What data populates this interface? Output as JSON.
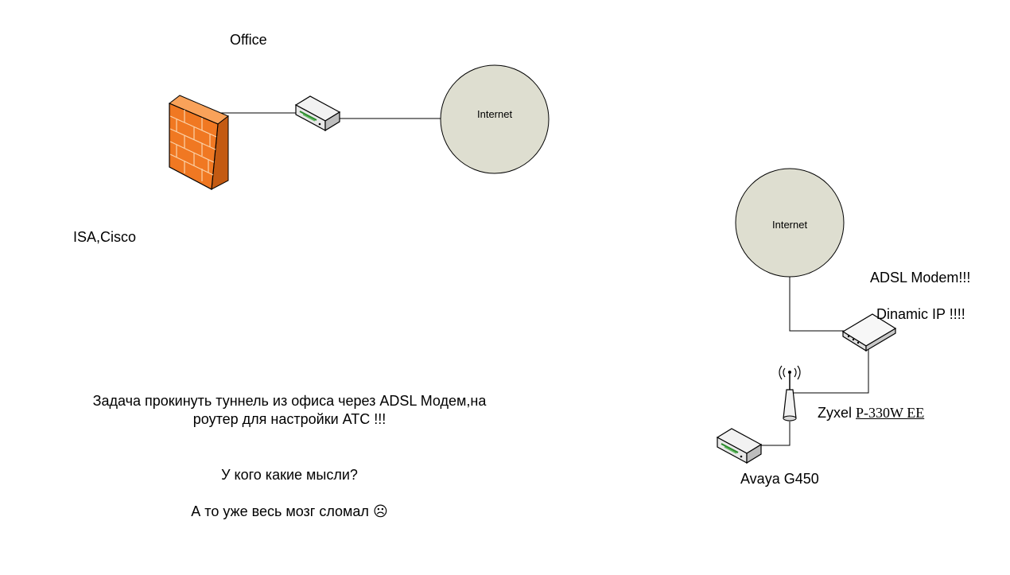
{
  "labels": {
    "office": "Office",
    "isa_cisco": "ISA,Cisco",
    "internet_office": "Internet",
    "internet_remote": "Internet",
    "adsl_modem": "ADSL Modem!!!",
    "dynamic_ip": "Dinamic IP !!!!",
    "zyxel_prefix": "Zyxel",
    "zyxel_model": "P-330W EE",
    "avaya": "Avaya G450"
  },
  "text": {
    "task_line1": "Задача прокинуть туннель из офиса через ADSL Модем,на",
    "task_line2": "роутер для настройки АТС !!!",
    "question": "У кого какие мысли?",
    "complaint": "А то уже весь мозг сломал ☹"
  },
  "colors": {
    "cloud_fill": "#deded0",
    "firewall_front": "#f07822",
    "firewall_side": "#c35a12",
    "line": "#000000"
  },
  "icons": {
    "firewall": "firewall-icon",
    "office_router": "router-icon",
    "adsl_modem": "modem-icon",
    "wireless_router": "wireless-router-icon",
    "avaya_device": "router-icon"
  }
}
